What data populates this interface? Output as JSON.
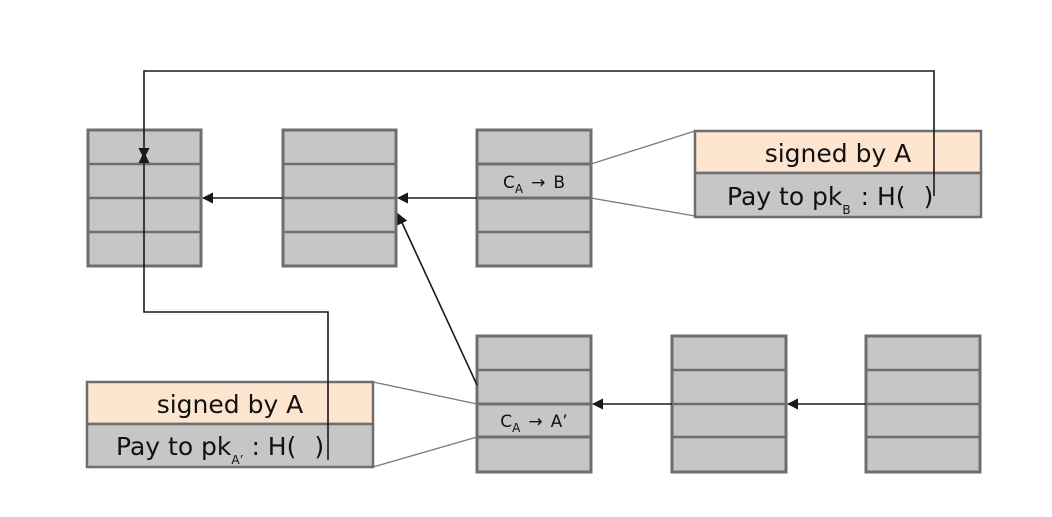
{
  "colors": {
    "block_fill": "#c6c6c6",
    "block_border": "#6e6e6e",
    "tx_highlight_valid": "#c5deb0",
    "tx_highlight_double_spend": "#f47c7c",
    "signed_header": "#fde5cf"
  },
  "tx_labels": {
    "to_b": {
      "coin": "C",
      "coin_sub": "A",
      "arrow": "→",
      "target": "B"
    },
    "to_a_prime": {
      "coin": "C",
      "coin_sub": "A",
      "arrow": "→",
      "target": "A’"
    }
  },
  "tx_details": {
    "top": {
      "signed": "signed by A",
      "pay_prefix": "Pay to pk",
      "pay_sub": "B",
      "pay_hash": ": H(",
      "pay_close": ")"
    },
    "bottom": {
      "signed": "signed by A",
      "pay_prefix": "Pay to pk",
      "pay_sub": "A’",
      "pay_hash": ": H(",
      "pay_close": ")"
    }
  }
}
